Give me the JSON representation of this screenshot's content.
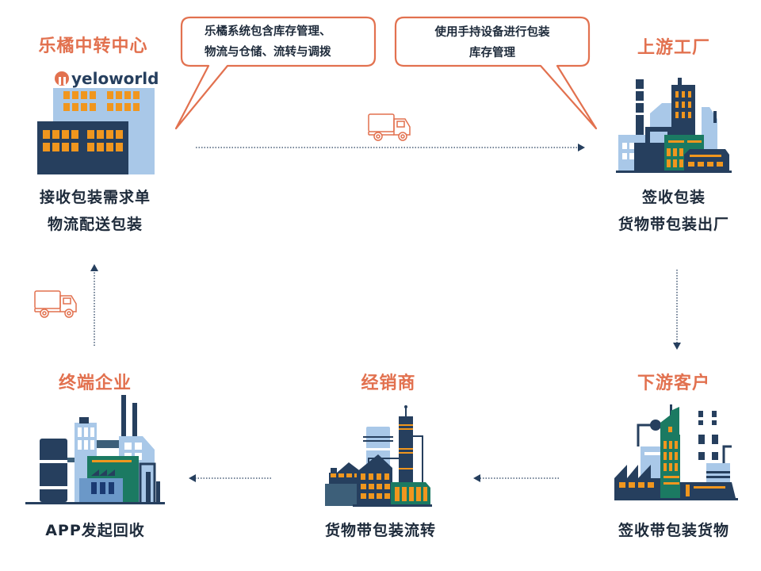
{
  "colors": {
    "accent": "#e2714f",
    "navy": "#263f5e",
    "light_blue": "#a9c8e8",
    "orange": "#f0961e",
    "teal": "#1b7a62",
    "text": "#1d2a3a"
  },
  "nodes": {
    "center": {
      "title": "乐橘中转中心",
      "logo": "yeloworld",
      "lines": [
        "接收包装需求单",
        "物流配送包装"
      ],
      "icon": "office-building-icon"
    },
    "upstream": {
      "title": "上游工厂",
      "lines": [
        "签收包装",
        "货物带包装出厂"
      ],
      "icon": "factory-icon"
    },
    "downstream": {
      "title": "下游客户",
      "lines": [
        "签收带包装货物"
      ],
      "icon": "factory-icon"
    },
    "dealer": {
      "title": "经销商",
      "lines": [
        "货物带包装流转"
      ],
      "icon": "factory-icon"
    },
    "terminal": {
      "title": "终端企业",
      "lines": [
        "APP发起回收"
      ],
      "icon": "factory-icon"
    }
  },
  "bubbles": {
    "left": {
      "lines": [
        "乐橘系统包含库存管理、",
        "物流与仓储、流转与调拨"
      ]
    },
    "right": {
      "lines": [
        "使用手持设备进行包装",
        "库存管理"
      ]
    }
  },
  "flow": [
    {
      "from": "乐橘中转中心",
      "to": "上游工厂",
      "icon": "truck-icon"
    },
    {
      "from": "上游工厂",
      "to": "下游客户"
    },
    {
      "from": "下游客户",
      "to": "经销商"
    },
    {
      "from": "经销商",
      "to": "终端企业"
    },
    {
      "from": "终端企业",
      "to": "乐橘中转中心",
      "icon": "truck-icon"
    }
  ]
}
